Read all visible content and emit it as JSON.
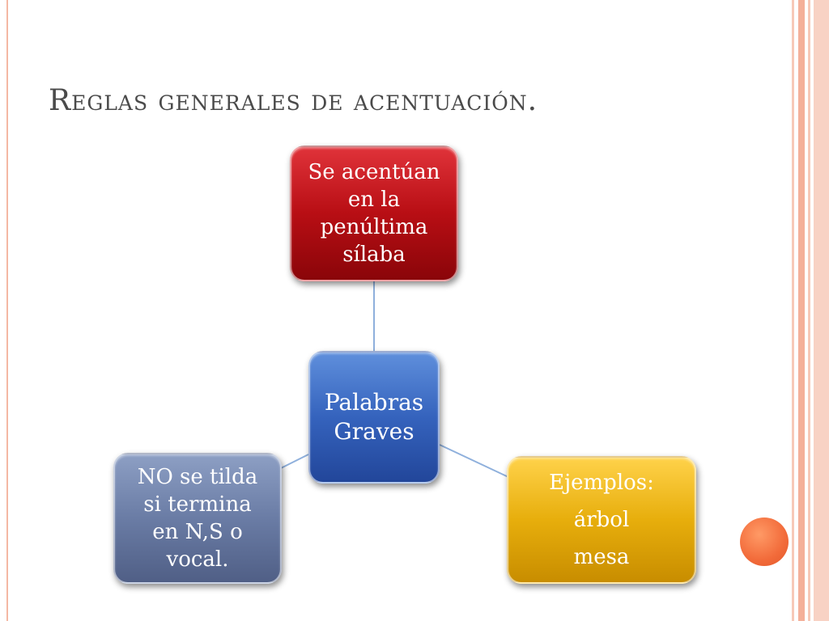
{
  "slide": {
    "title": "Reglas generales de acentuación.",
    "accent_colors": {
      "frame": "#f4b8a4",
      "circle": "#f26b3a"
    }
  },
  "diagram": {
    "center": {
      "lines": [
        "Palabras",
        "Graves"
      ],
      "color": "#3563bd"
    },
    "top": {
      "lines": [
        "Se acentúan",
        "en la",
        "penúltima",
        "sílaba"
      ],
      "color": "#b80e14"
    },
    "left": {
      "lines": [
        "NO se tilda",
        "si termina",
        "en N,S o",
        "vocal."
      ],
      "color": "#6a7ca5"
    },
    "right": {
      "lines": [
        "Ejemplos:",
        "árbol",
        "mesa"
      ],
      "color": "#e7ae0c"
    },
    "connector_color": "#8fb0dc"
  }
}
